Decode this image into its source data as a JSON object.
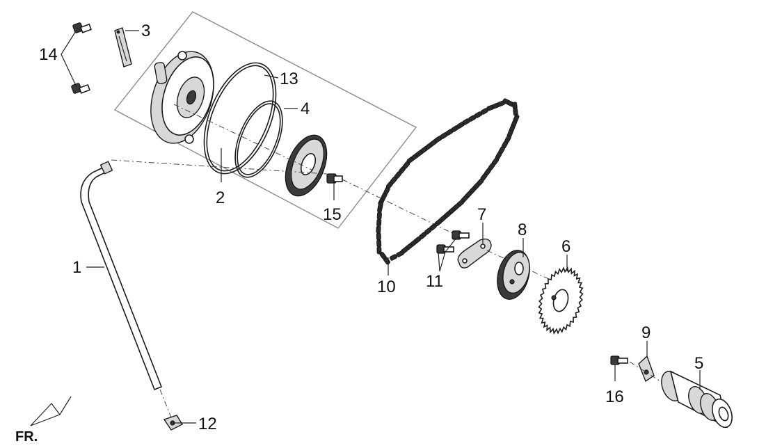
{
  "diagram": {
    "front_marker": "FR.",
    "callouts": [
      {
        "id": "1",
        "label": "1"
      },
      {
        "id": "2",
        "label": "2"
      },
      {
        "id": "3",
        "label": "3"
      },
      {
        "id": "4",
        "label": "4"
      },
      {
        "id": "5",
        "label": "5"
      },
      {
        "id": "6",
        "label": "6"
      },
      {
        "id": "7",
        "label": "7"
      },
      {
        "id": "8",
        "label": "8"
      },
      {
        "id": "9",
        "label": "9"
      },
      {
        "id": "10",
        "label": "10"
      },
      {
        "id": "11",
        "label": "11"
      },
      {
        "id": "12",
        "label": "12"
      },
      {
        "id": "13",
        "label": "13"
      },
      {
        "id": "14",
        "label": "14"
      },
      {
        "id": "15",
        "label": "15"
      },
      {
        "id": "16",
        "label": "16"
      }
    ]
  }
}
